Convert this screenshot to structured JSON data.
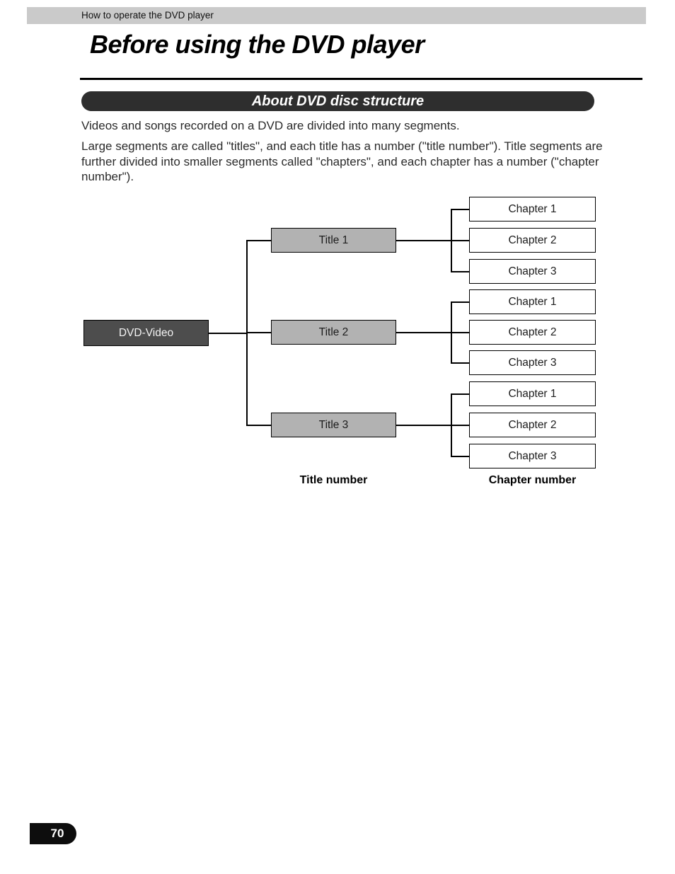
{
  "page_number": "70",
  "header": {
    "label": "How to operate the DVD player"
  },
  "title": "Before using the DVD player",
  "section": {
    "heading": "About DVD disc structure"
  },
  "paragraphs": [
    "Videos and songs recorded on a DVD are divided into many segments.",
    "Large segments are called \"titles\", and each title has a number (\"title number\").  Title segments are further divided into smaller segments called \"chapters\", and each chapter has a number (\"chapter number\")."
  ],
  "diagram": {
    "root_label": "DVD-Video",
    "groups": [
      {
        "title": "Title 1",
        "chapters": [
          "Chapter 1",
          "Chapter 2",
          "Chapter 3"
        ]
      },
      {
        "title": "Title 2",
        "chapters": [
          "Chapter 1",
          "Chapter 2",
          "Chapter 3"
        ]
      },
      {
        "title": "Title 3",
        "chapters": [
          "Chapter 1",
          "Chapter 2",
          "Chapter 3"
        ]
      }
    ],
    "title_number_label": "Title number",
    "chapter_number_label": "Chapter number"
  },
  "colors": {
    "header_bar_bg": "#cacaca",
    "section_pill_bg": "#2e2e2e",
    "section_pill_text": "#ffffff",
    "root_box_bg": "#4d4d4d",
    "root_box_text": "#f2f2f2",
    "title_box_bg": "#b2b2b2",
    "chapter_box_bg": "#ffffff",
    "box_border": "#000000",
    "connector": "#000000",
    "page_badge_bg": "#0d0d0d",
    "page_badge_text": "#ffffff"
  }
}
